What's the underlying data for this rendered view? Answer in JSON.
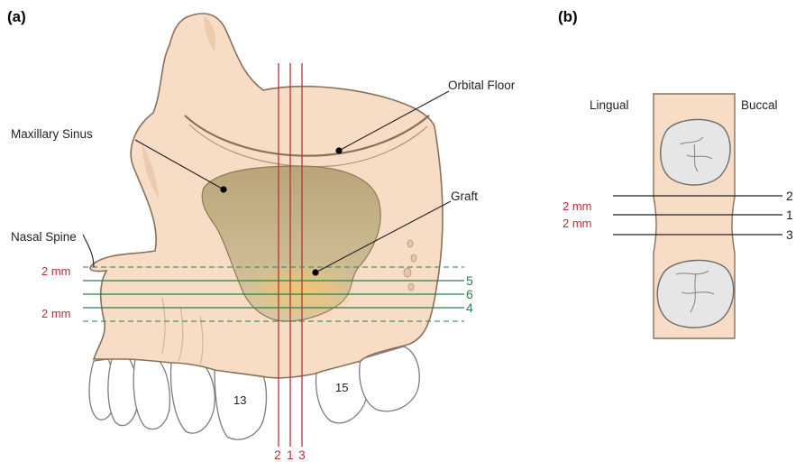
{
  "panels": {
    "a": "(a)",
    "b": "(b)"
  },
  "panel_a": {
    "labels": {
      "orbital_floor": "Orbital Floor",
      "maxillary_sinus": "Maxillary Sinus",
      "graft": "Graft",
      "nasal_spine": "Nasal Spine"
    },
    "margins": {
      "top": "2 mm",
      "bottom": "2 mm"
    },
    "horizontal_lines": [
      "5",
      "6",
      "4"
    ],
    "vertical_lines": [
      "2",
      "1",
      "3"
    ],
    "teeth": [
      "13",
      "15"
    ]
  },
  "panel_b": {
    "labels": {
      "lingual": "Lingual",
      "buccal": "Buccal"
    },
    "margins": [
      "2 mm",
      "2 mm"
    ],
    "lines": [
      "2",
      "1",
      "3"
    ]
  },
  "colors": {
    "bone": "#f7dcc6",
    "bone_stroke": "#8a6f5a",
    "sinus": "#c9b690",
    "graft": "#f1c98a",
    "red_line": "#b5323a",
    "green_line": "#2e7d4f"
  }
}
